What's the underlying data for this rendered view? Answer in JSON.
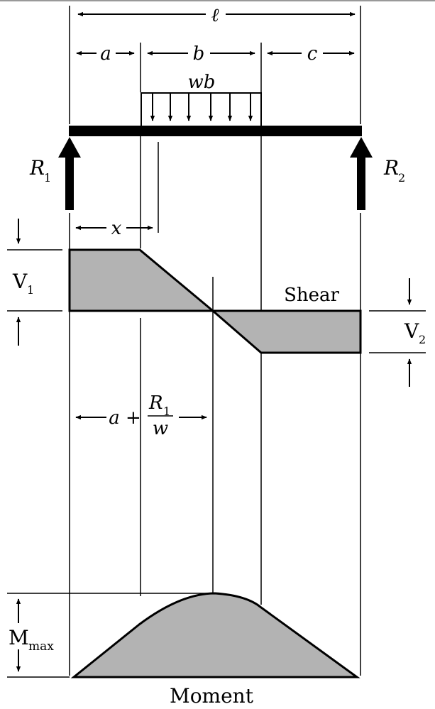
{
  "labels": {
    "length": "ℓ",
    "a": "a",
    "b": "b",
    "c": "c",
    "load": "wb",
    "r1_main": "R",
    "r1_sub": "1",
    "r2_main": "R",
    "r2_sub": "2",
    "x": "x",
    "v1_main": "V",
    "v1_sub": "1",
    "v2_main": "V",
    "v2_sub": "2",
    "shear": "Shear",
    "dist_prefix": "a +",
    "dist_num": "R",
    "dist_num_sub": "1",
    "dist_den": "w",
    "mmax_main": "M",
    "mmax_sub": "max",
    "moment": "Moment"
  },
  "colors": {
    "ink": "#000000",
    "fill": "#b3b3b3",
    "background": "#ffffff"
  }
}
